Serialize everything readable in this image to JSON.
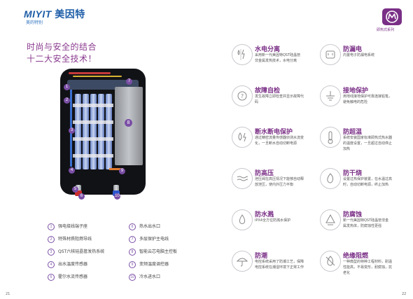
{
  "brand": {
    "en": "MIYIT",
    "cn": "美因特",
    "tagline": "美的特别"
  },
  "series_label": "即热式系列",
  "headline": {
    "line1": "时尚与安全的结合",
    "line2": "十二大安全技术！"
  },
  "heater_labels": [
    "1",
    "2",
    "3",
    "4",
    "5",
    "6",
    "7",
    "8",
    "9",
    "10"
  ],
  "legend": [
    {
      "num": "1",
      "label": "强电接线端子座"
    },
    {
      "num": "2",
      "label": "特殊材质阻燃导线"
    },
    {
      "num": "3",
      "label": "QST六核硅晶管发热系统"
    },
    {
      "num": "4",
      "label": "出水温度传感器"
    },
    {
      "num": "5",
      "label": "霍尔水流传感器"
    },
    {
      "num": "6",
      "label": "热水出水口"
    },
    {
      "num": "7",
      "label": "多层保护主电线"
    },
    {
      "num": "8",
      "label": "智能云芯电脑主控板"
    },
    {
      "num": "9",
      "label": "变频温度调控器"
    },
    {
      "num": "10",
      "label": "冷水进水口"
    }
  ],
  "features": [
    {
      "icon": "water-electric-separation-icon",
      "title": "水电分离",
      "desc": "采用新一代美因特QST硅晶管非金属发热技术，水电分离"
    },
    {
      "icon": "leakage-protection-icon",
      "title": "防漏电",
      "desc": "内置电子防漏电系统"
    },
    {
      "icon": "fault-self-check-icon",
      "title": "故障自检",
      "desc": "发生故障立即检查并显示故障代码"
    },
    {
      "icon": "ground-protection-icon",
      "title": "接地保护",
      "desc": "用地线接地保护可靠连接铅笔，避免触电的危险"
    },
    {
      "icon": "water-cut-power-off-icon",
      "title": "断水断电保护",
      "desc": "通过精密流量传感器侦测水流变化，一旦断水自动切断电源"
    },
    {
      "icon": "overheat-protection-icon",
      "title": "防超温",
      "desc": "系统安装国家标准即热式热水器的温度设置，一旦超过自动停止加热"
    },
    {
      "icon": "overpressure-protection-icon",
      "title": "防高压",
      "desc": "泄压阀在高压情况下能够自动释放泄压，使内外压力平衡"
    },
    {
      "icon": "dry-burn-protection-icon",
      "title": "防干烧",
      "desc": "设置过热保护装置，在水温过高时，自动切断电源，终止加热"
    },
    {
      "icon": "splash-proof-icon",
      "title": "防水溅",
      "desc": "IPX4全方位防溅水保护"
    },
    {
      "icon": "anti-corrosion-icon",
      "title": "防腐蚀",
      "desc": "新一代美因特QST硅晶管非金属发热体，防腐蚀性更强"
    },
    {
      "icon": "moisture-proof-icon",
      "title": "防潮",
      "desc": "电控系统采用了防潮工艺，保障电控系统在潮湿环境下正常工作"
    },
    {
      "icon": "flame-retardant-icon",
      "title": "绝缘阻燃",
      "desc": "一种典型的特种工程材料，耐温性能高，不易变形，耐腐蚀，抗老化"
    }
  ],
  "pages": {
    "left": "21",
    "right": "22"
  },
  "colors": {
    "accent": "#7a2f86",
    "brand": "#1f5ea8",
    "marker": "#7a4ea5"
  }
}
